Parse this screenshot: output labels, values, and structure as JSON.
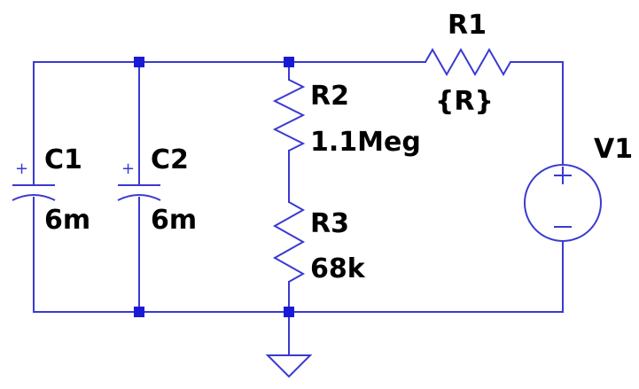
{
  "components": {
    "c1": {
      "ref": "C1",
      "value": "6m",
      "polarity": "+"
    },
    "c2": {
      "ref": "C2",
      "value": "6m",
      "polarity": "+"
    },
    "r1": {
      "ref": "R1",
      "value": "{R}"
    },
    "r2": {
      "ref": "R2",
      "value": "1.1Meg"
    },
    "r3": {
      "ref": "R3",
      "value": "68k"
    },
    "v1": {
      "ref": "V1",
      "plus": "+",
      "minus": "−"
    }
  },
  "colors": {
    "wire": "#3a3ad0",
    "node": "#1a1ad6",
    "label": "#000000",
    "background": "#ffffff"
  }
}
